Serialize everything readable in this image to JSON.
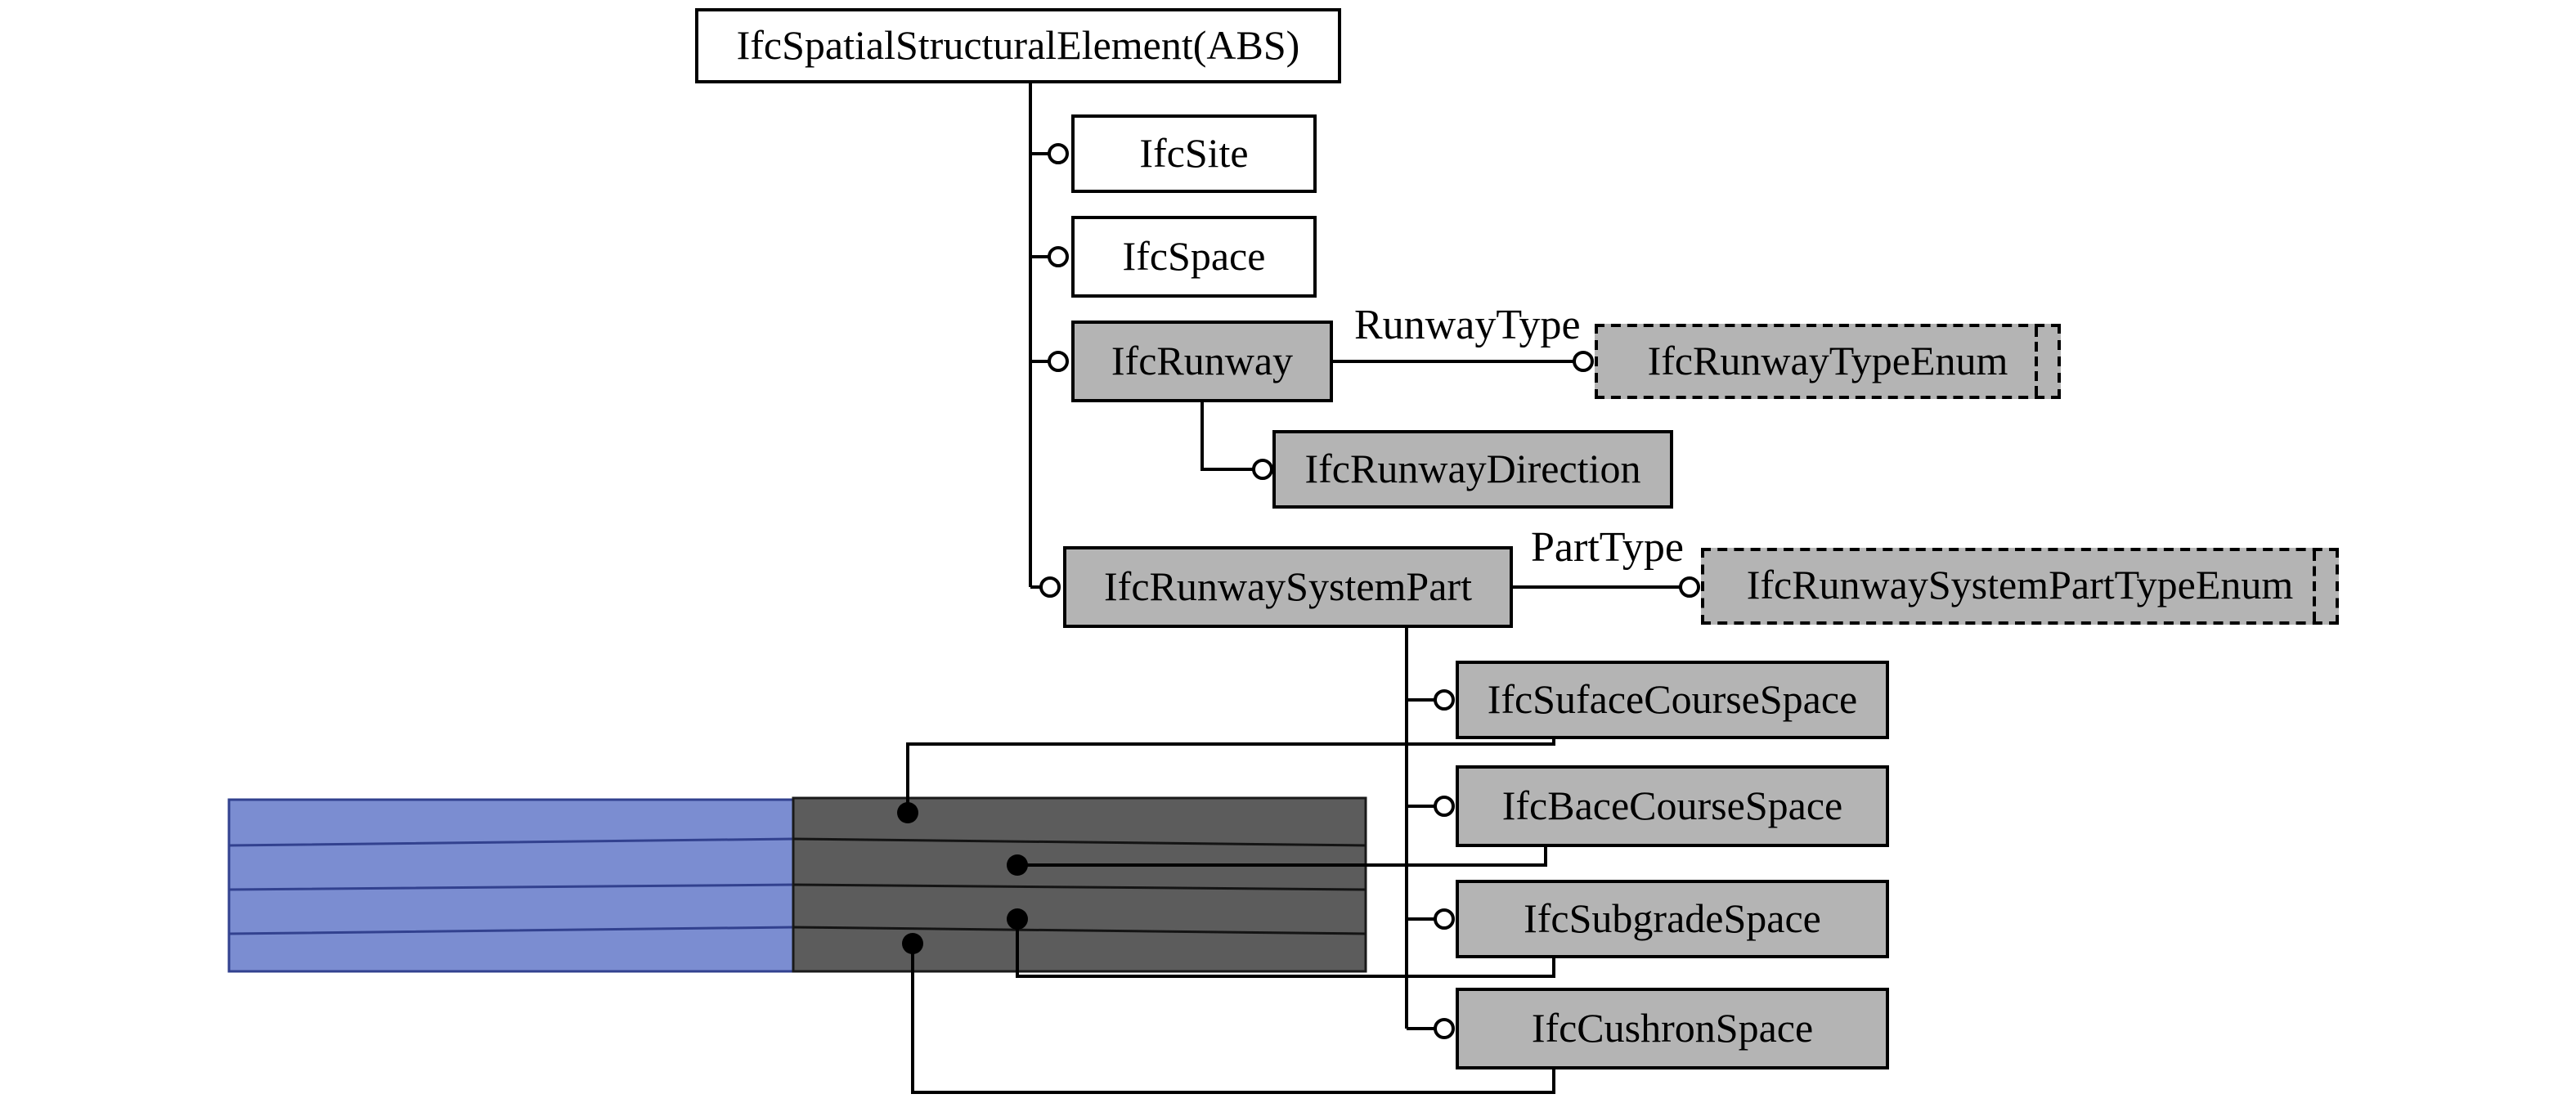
{
  "diagram": {
    "root": {
      "label": "IfcSpatialStructuralElement(ABS)"
    },
    "nodes": {
      "site": {
        "label": "IfcSite"
      },
      "space": {
        "label": "IfcSpace"
      },
      "runway": {
        "label": "IfcRunway"
      },
      "runway_type_enum": {
        "label": "IfcRunwayTypeEnum"
      },
      "runway_direction": {
        "label": "IfcRunwayDirection"
      },
      "runway_system_part": {
        "label": "IfcRunwaySystemPart"
      },
      "runway_system_part_type_enum": {
        "label": "IfcRunwaySystemPartTypeEnum"
      },
      "surface_course_space": {
        "label": "IfcSufaceCourseSpace"
      },
      "base_course_space": {
        "label": "IfcBaceCourseSpace"
      },
      "subgrade_space": {
        "label": "IfcSubgradeSpace"
      },
      "cushion_space": {
        "label": "IfcCushronSpace"
      }
    },
    "edges": {
      "runway_type": {
        "label": "RunwayType"
      },
      "part_type": {
        "label": "PartType"
      }
    },
    "colors": {
      "node_gray": "#b4b4b4",
      "node_white": "#ffffff",
      "line_black": "#000000",
      "layer_blue": "#7b8dd1",
      "layer_blue_line": "#32418f",
      "layer_dark": "#5c5c5c",
      "layer_dark_line": "#141414"
    }
  }
}
